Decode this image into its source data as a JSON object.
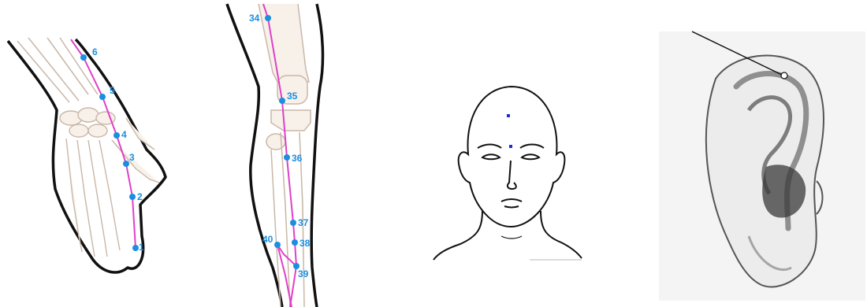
{
  "colors": {
    "meridian": "#e040c8",
    "point": "#1a8fe0",
    "label": "#1a8fe0",
    "head_point": "#1a2fd0",
    "outline": "#111111",
    "bone": "#c9b7a8",
    "bone_fill": "#f7f1ea",
    "ear_shade": "#555555"
  },
  "hand_panel": {
    "points": [
      {
        "id": "hand-point-6",
        "label": "6"
      },
      {
        "id": "hand-point-5",
        "label": "5"
      },
      {
        "id": "hand-point-4",
        "label": "4"
      },
      {
        "id": "hand-point-3",
        "label": "3"
      },
      {
        "id": "hand-point-2",
        "label": "2"
      },
      {
        "id": "hand-point-1",
        "label": "1"
      }
    ]
  },
  "leg_panel": {
    "points": [
      {
        "id": "leg-point-34",
        "label": "34"
      },
      {
        "id": "leg-point-35",
        "label": "35"
      },
      {
        "id": "leg-point-36",
        "label": "36"
      },
      {
        "id": "leg-point-37",
        "label": "37"
      },
      {
        "id": "leg-point-38",
        "label": "38"
      },
      {
        "id": "leg-point-39",
        "label": "39"
      },
      {
        "id": "leg-point-40",
        "label": "40"
      }
    ]
  },
  "head_panel": {
    "points": [
      {
        "id": "head-point-forehead"
      },
      {
        "id": "head-point-brow"
      }
    ]
  },
  "ear_panel": {
    "pointer": "ear-point-pointer"
  }
}
